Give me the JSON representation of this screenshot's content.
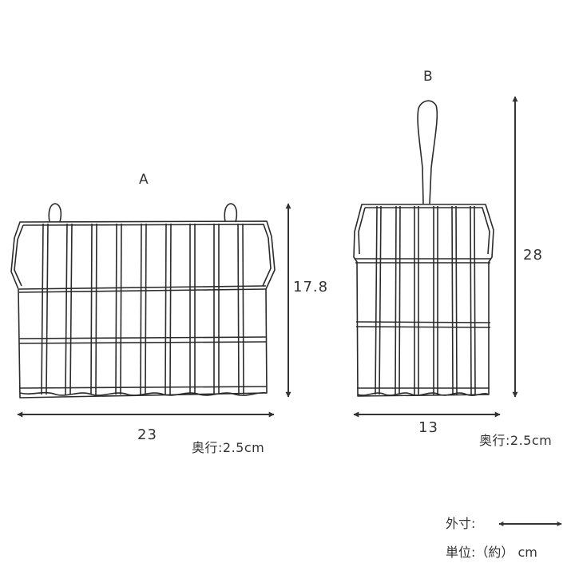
{
  "items": [
    {
      "label": "A",
      "width": "23",
      "height": "17.8",
      "depth": "奥行:2.5cm"
    },
    {
      "label": "B",
      "width": "13",
      "height": "28",
      "depth": "奥行:2.5cm"
    }
  ],
  "legend": {
    "outer_dimension_label": "外寸:",
    "unit_label": "単位:（約） cm"
  },
  "colors": {
    "wire": "#2b2b2b",
    "arrow": "#333333",
    "text": "#333333"
  }
}
